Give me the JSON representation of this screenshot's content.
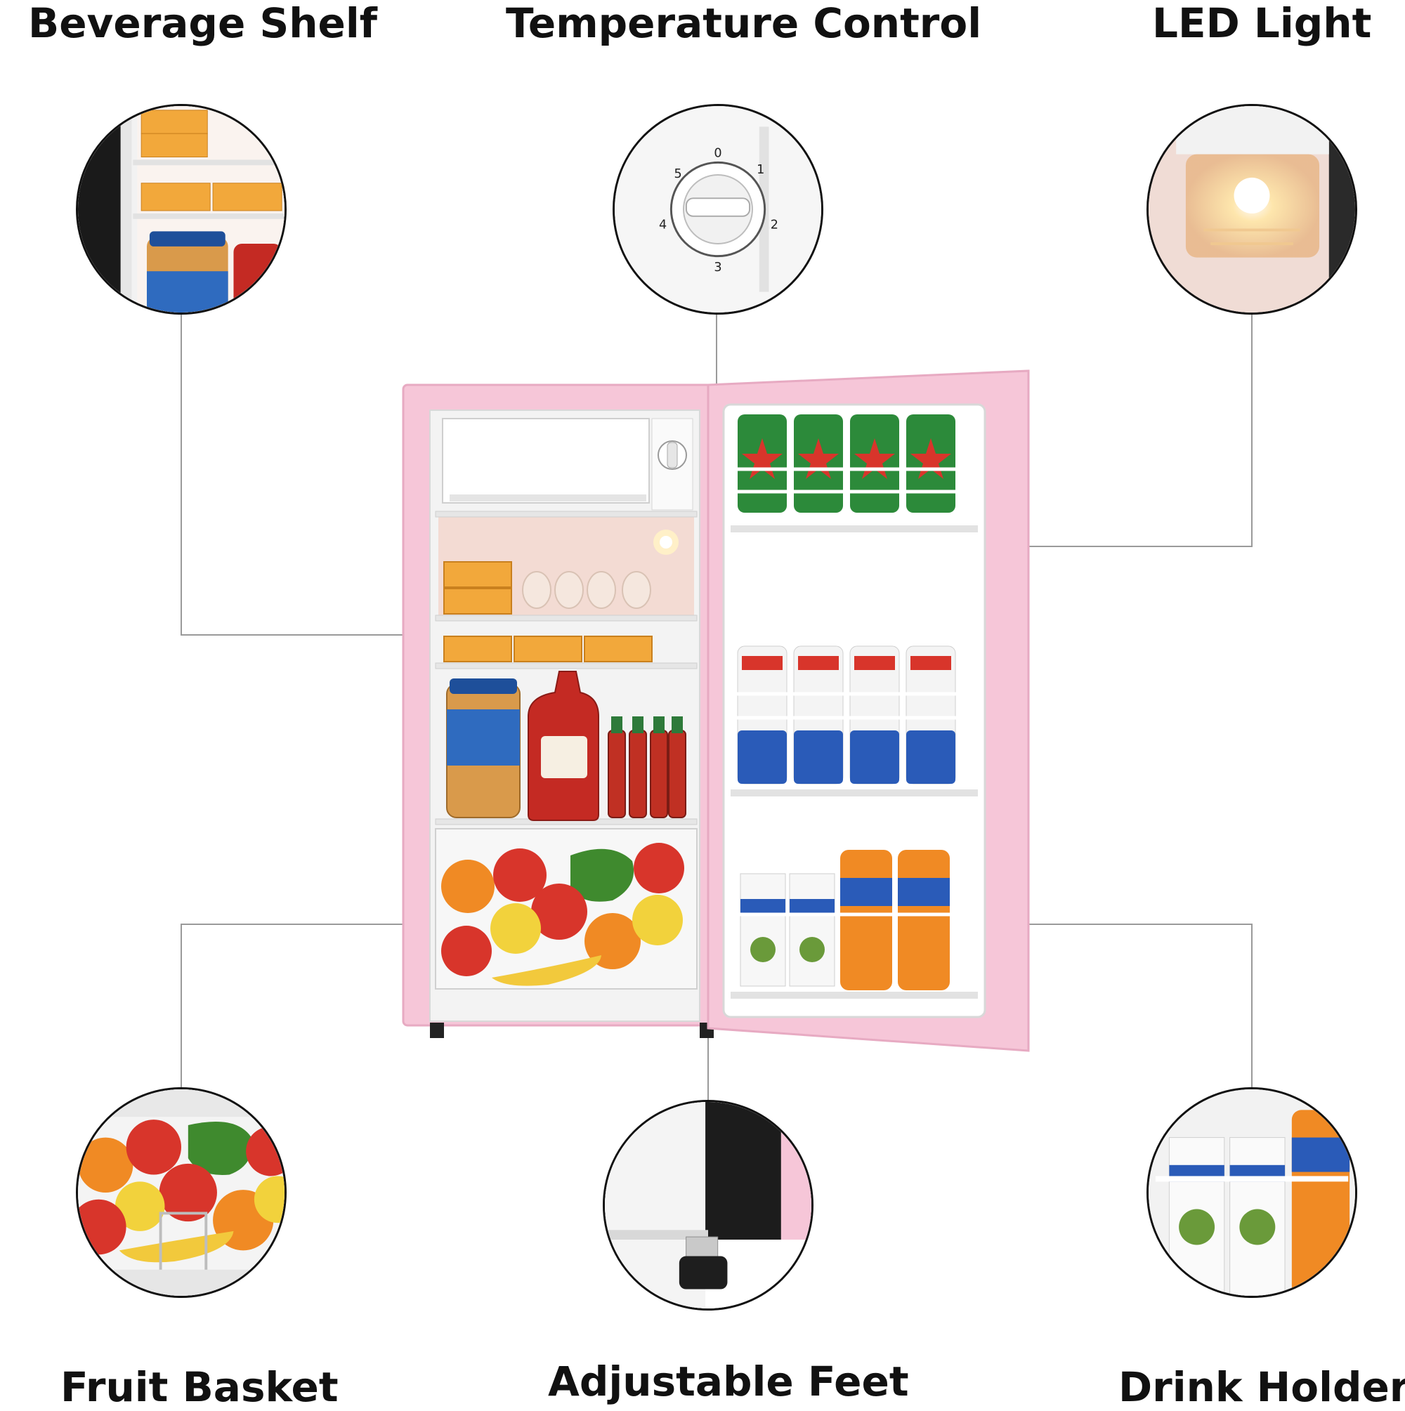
{
  "labels": {
    "beverage_shelf": "Beverage Shelf",
    "temperature_control": "Temperature Control",
    "led_light": "LED Light",
    "fruit_basket": "Fruit Basket",
    "adjustable_feet": "Adjustable Feet",
    "drink_holder": "Drink Holder"
  },
  "dial": {
    "marks": [
      "0",
      "1",
      "2",
      "3",
      "4",
      "5"
    ]
  },
  "colors": {
    "fridge_pink": "#f6c6d8",
    "interior_white": "#f4f4f4",
    "leader_line": "#9a9a9a",
    "label_text": "#111111"
  }
}
